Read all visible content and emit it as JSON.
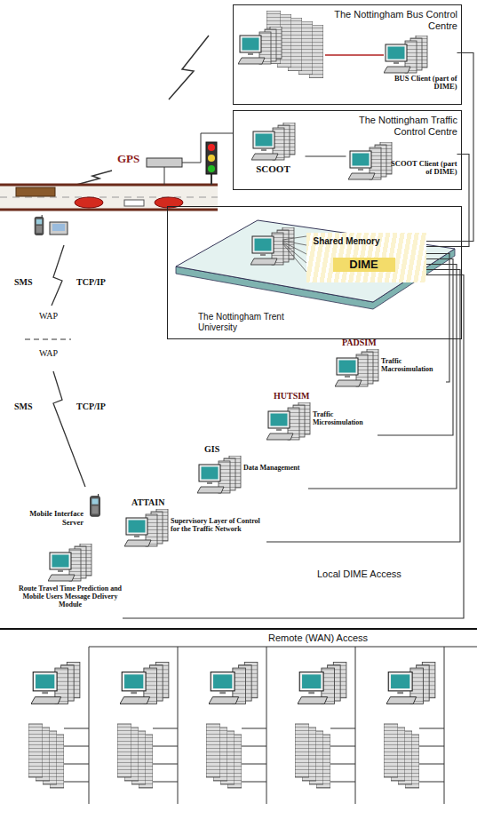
{
  "diagram": {
    "nodes": [
      {
        "text": [
          "The Nottingham Bus Control Centre"
        ]
      },
      {
        "text": [
          "BUS Client (part of DIME)"
        ],
        "in": 0
      },
      {
        "text": [
          "The Nottingham Traffic Control Centre"
        ]
      },
      {
        "text": [
          "SCOOT"
        ],
        "in": 2
      },
      {
        "text": [
          "SCOOT Client (part of DIME)"
        ],
        "in": 2
      },
      {
        "text": [
          "The Nottingham Trent University"
        ]
      },
      {
        "text": [
          "Shared Memory",
          "DIME"
        ],
        "in": 5
      },
      {
        "text": [
          "PADSIM",
          "Traffic Macrosimulation"
        ]
      },
      {
        "text": [
          "HUTSIM",
          "Traffic Microsimulation"
        ]
      },
      {
        "text": [
          "GIS",
          "Data Management"
        ]
      },
      {
        "text": [
          "ATTAIN",
          "Supervisory Layer of Control for the Traffic Network"
        ]
      },
      {
        "text": [
          "Mobile Interface Server"
        ]
      },
      {
        "text": [
          "Route Travel Time Prediction and Mobile Users Message Delivery Module"
        ]
      }
    ],
    "edges": [
      {
        "from": 1,
        "to": 6,
        "arrow": "none"
      },
      {
        "from": 3,
        "to": 4,
        "arrow": "none"
      },
      {
        "from": 4,
        "to": 6,
        "arrow": "none"
      },
      {
        "from": 6,
        "to": 7,
        "arrow": "none"
      },
      {
        "from": 6,
        "to": 8,
        "arrow": "none"
      },
      {
        "from": 6,
        "to": 9,
        "arrow": "none"
      },
      {
        "from": 6,
        "to": 10,
        "arrow": "none"
      },
      {
        "from": 6,
        "to": 12,
        "arrow": "none"
      }
    ],
    "labels": [
      "GPS",
      "SMS",
      "TCP/IP",
      "WAP",
      "WAP",
      "SMS",
      "TCP/IP",
      "Local DIME Access",
      "Remote (WAN) Access"
    ]
  }
}
